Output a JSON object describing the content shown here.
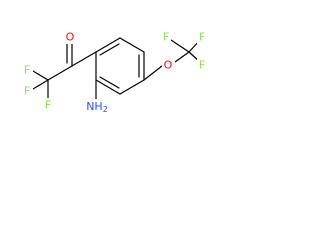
{
  "atoms": {
    "carbonyl_oxygen": {
      "label": "O",
      "color": "#ff0d0d"
    },
    "ether_oxygen": {
      "label": "O",
      "color": "#ff0d0d"
    },
    "amine_n": {
      "label": "N",
      "color": "#3050f8"
    },
    "amine_h": {
      "label": "H",
      "color": "#3050f8"
    },
    "amine_h_count": {
      "label": "2",
      "color": "#3050f8"
    },
    "fluorine_color": "#90e050",
    "fluorine_label": "F"
  }
}
